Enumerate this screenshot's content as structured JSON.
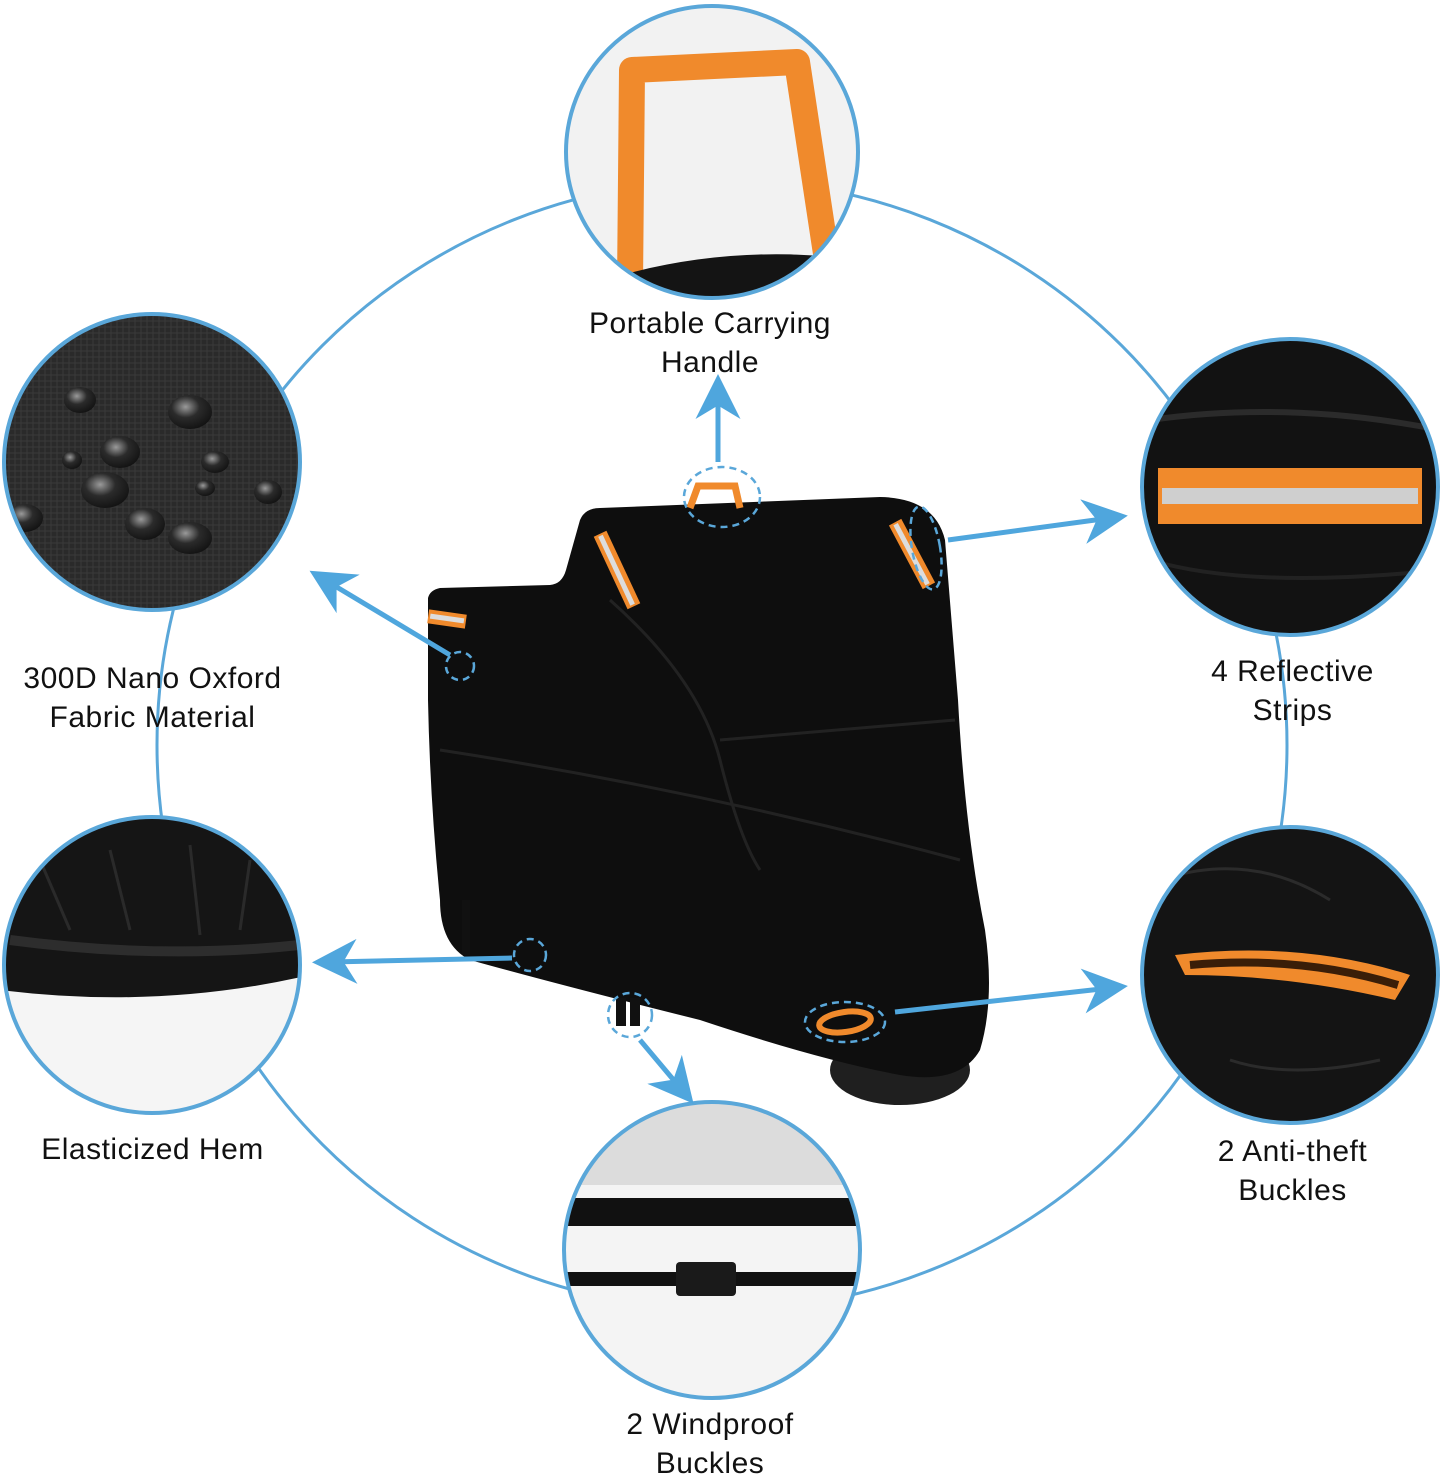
{
  "colors": {
    "ring": "#5aa7d9",
    "arrow": "#4fa6dd",
    "orange": "#f08a2c",
    "reflective": "#d8d8d8",
    "cover": "#0e0e0e"
  },
  "features": [
    {
      "id": "handle",
      "line1": "Portable Carrying",
      "line2": "Handle"
    },
    {
      "id": "fabric",
      "line1": "300D Nano Oxford",
      "line2": "Fabric Material"
    },
    {
      "id": "reflective",
      "line1": "4 Reflective",
      "line2": "Strips"
    },
    {
      "id": "hem",
      "line1": "Elasticized Hem",
      "line2": ""
    },
    {
      "id": "antitheft",
      "line1": "2 Anti-theft",
      "line2": "Buckles"
    },
    {
      "id": "windproof",
      "line1": "2 Windproof",
      "line2": "Buckles"
    }
  ]
}
